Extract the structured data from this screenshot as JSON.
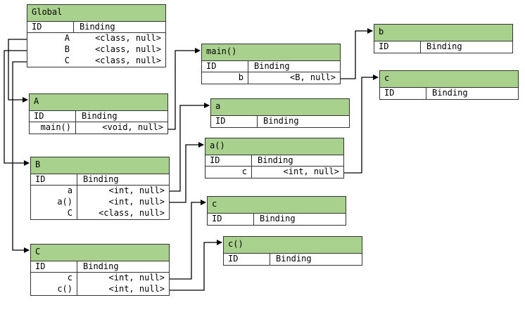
{
  "columns": {
    "id": "ID",
    "binding": "Binding"
  },
  "tables": {
    "global": {
      "title": "Global",
      "rows": [
        {
          "id": "A",
          "binding": "<class, null>"
        },
        {
          "id": "B",
          "binding": "<class, null>"
        },
        {
          "id": "C",
          "binding": "<class, null>"
        }
      ]
    },
    "a_class": {
      "title": "A",
      "rows": [
        {
          "id": "main()",
          "binding": "<void, null>"
        }
      ]
    },
    "b_class": {
      "title": "B",
      "rows": [
        {
          "id": "a",
          "binding": "<int, null>"
        },
        {
          "id": "a()",
          "binding": "<int, null>"
        },
        {
          "id": "C",
          "binding": "<class, null>"
        }
      ]
    },
    "c_class": {
      "title": "C",
      "rows": [
        {
          "id": "c",
          "binding": "<int, null>"
        },
        {
          "id": "c()",
          "binding": "<int, null>"
        }
      ]
    },
    "main_fn": {
      "title": "main()",
      "rows": [
        {
          "id": "b",
          "binding": "<B, null>"
        }
      ]
    },
    "b_scope": {
      "title": "b",
      "rows": []
    },
    "c_scope_top": {
      "title": "c",
      "rows": []
    },
    "a_scope": {
      "title": "a",
      "rows": []
    },
    "a_fn": {
      "title": "a()",
      "rows": [
        {
          "id": "c",
          "binding": "<int, null>"
        }
      ]
    },
    "c_scope_mid": {
      "title": "c",
      "rows": []
    },
    "c_fn": {
      "title": "c()",
      "rows": []
    }
  }
}
